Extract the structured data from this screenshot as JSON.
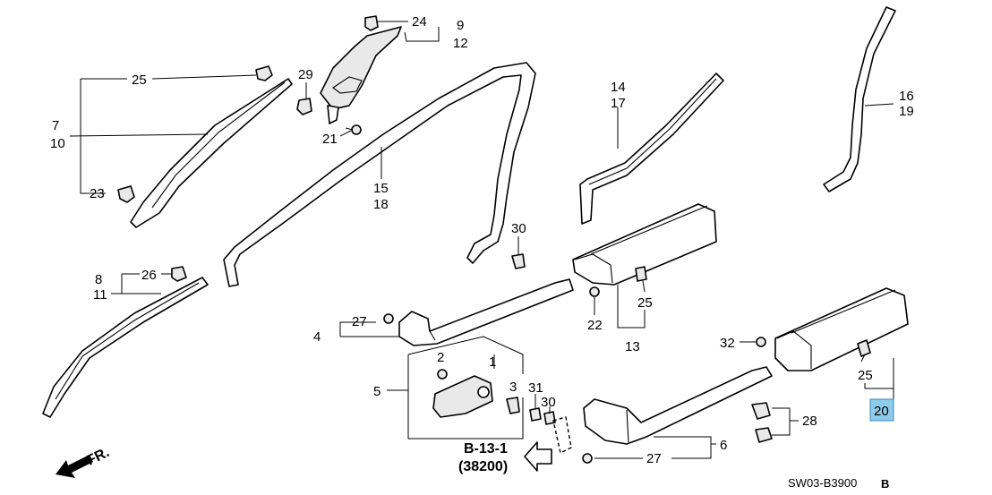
{
  "diagram": {
    "labels": {
      "p1": "1",
      "p2": "2",
      "p3": "3",
      "p4": "4",
      "p5": "5",
      "p6": "6",
      "p7": "7",
      "p8": "8",
      "p9": "9",
      "p10": "10",
      "p11": "11",
      "p12": "12",
      "p13": "13",
      "p14": "14",
      "p15": "15",
      "p16": "16",
      "p17": "17",
      "p18": "18",
      "p19": "19",
      "p20": "20",
      "p21": "21",
      "p22": "22",
      "p23": "23",
      "p24": "24",
      "p25a": "25",
      "p25b": "25",
      "p25c": "25",
      "p26": "26",
      "p27a": "27",
      "p27b": "27",
      "p28": "28",
      "p29": "29",
      "p30a": "30",
      "p30b": "30",
      "p31": "31",
      "p32": "32"
    },
    "highlight_color": "#8ecbea",
    "reference": {
      "line1": "B-13-1",
      "line2": "(38200)"
    },
    "direction": "FR.",
    "code": "SW03-B3900",
    "code_suffix": "B"
  }
}
